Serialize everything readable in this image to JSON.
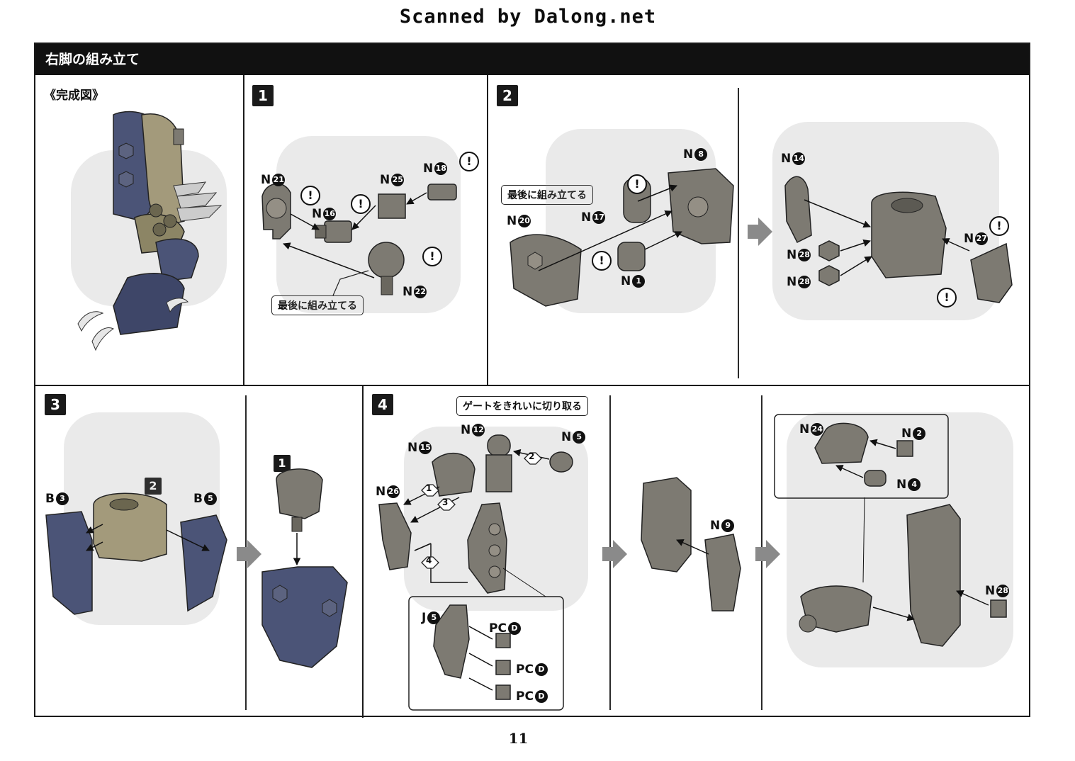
{
  "watermark": "Scanned by Dalong.net",
  "section_title": "右脚の組み立て",
  "completed_label": "《完成図》",
  "steps": {
    "step1": "1",
    "step2": "2",
    "step3": "3",
    "step4": "4",
    "ref2": "2",
    "ref1": "1"
  },
  "callouts": {
    "assemble_last_a": "最後に組み立てる",
    "assemble_last_b": "最後に組み立てる",
    "cut_gate": "ゲートをきれいに切り取る"
  },
  "order_markers": [
    "1",
    "2",
    "3",
    "4"
  ],
  "warn_symbol": "!",
  "parts": {
    "step1": [
      {
        "prefix": "N",
        "num": "21"
      },
      {
        "prefix": "N",
        "num": "16"
      },
      {
        "prefix": "N",
        "num": "25"
      },
      {
        "prefix": "N",
        "num": "18"
      },
      {
        "prefix": "N",
        "num": "22"
      }
    ],
    "step2a": [
      {
        "prefix": "N",
        "num": "20"
      },
      {
        "prefix": "N",
        "num": "17"
      },
      {
        "prefix": "N",
        "num": "8"
      },
      {
        "prefix": "N",
        "num": "1"
      }
    ],
    "step2b": [
      {
        "prefix": "N",
        "num": "14"
      },
      {
        "prefix": "N",
        "num": "28"
      },
      {
        "prefix": "N",
        "num": "28"
      },
      {
        "prefix": "N",
        "num": "27"
      }
    ],
    "step3": [
      {
        "prefix": "B",
        "num": "3"
      },
      {
        "prefix": "B",
        "num": "5"
      }
    ],
    "step4a": [
      {
        "prefix": "N",
        "num": "12"
      },
      {
        "prefix": "N",
        "num": "5"
      },
      {
        "prefix": "N",
        "num": "15"
      },
      {
        "prefix": "N",
        "num": "26"
      }
    ],
    "step4_inset": [
      {
        "prefix": "J",
        "num": "5"
      },
      {
        "prefix": "PC",
        "num": "D"
      },
      {
        "prefix": "PC",
        "num": "D"
      },
      {
        "prefix": "PC",
        "num": "D"
      }
    ],
    "step4b": [
      {
        "prefix": "N",
        "num": "9"
      }
    ],
    "step4c": [
      {
        "prefix": "N",
        "num": "24"
      },
      {
        "prefix": "N",
        "num": "2"
      },
      {
        "prefix": "N",
        "num": "4"
      },
      {
        "prefix": "N",
        "num": "28"
      }
    ]
  },
  "page_number": "11",
  "colors": {
    "frame": "#1a1a1a",
    "part_gray": "#7d7a72",
    "part_dark": "#4f4c46",
    "armor_blue": "#4b5477",
    "tan": "#a39a7b",
    "arrow_gray": "#8a8a8a"
  }
}
